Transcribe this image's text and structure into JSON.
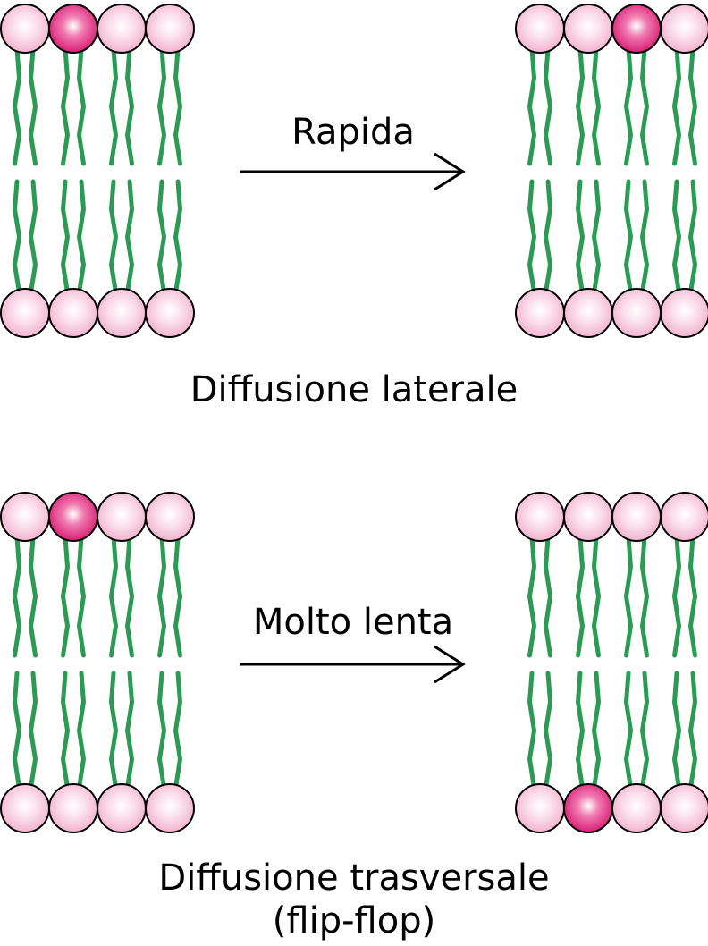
{
  "colors": {
    "head_normal_fill": "#f7c6dc",
    "head_highlight_fill": "#e0307f",
    "head_stroke": "#000000",
    "tail": "#2a9a55",
    "arrow": "#000000"
  },
  "panels": [
    {
      "name": "lateral",
      "arrow_label": "Rapida",
      "caption_lines": [
        "Diffusione laterale"
      ],
      "before": {
        "top_highlight": 1,
        "bottom_highlight": null
      },
      "after": {
        "top_highlight": 2,
        "bottom_highlight": null
      }
    },
    {
      "name": "transverse",
      "arrow_label": "Molto lenta",
      "caption_lines": [
        "Diffusione trasversale",
        "(flip-flop)"
      ],
      "before": {
        "top_highlight": 1,
        "bottom_highlight": null
      },
      "after": {
        "top_highlight": null,
        "bottom_highlight": 1
      }
    }
  ]
}
